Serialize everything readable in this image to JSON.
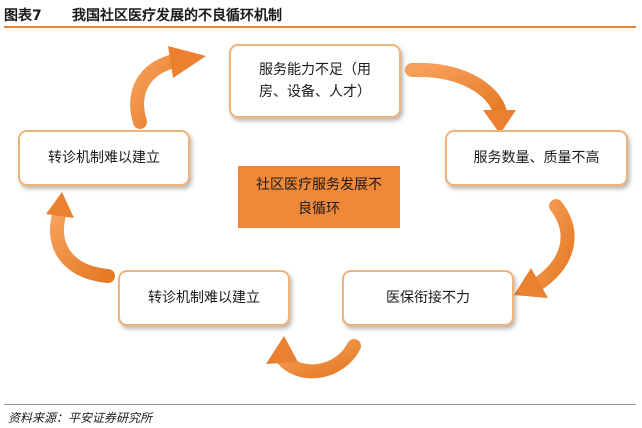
{
  "header": {
    "figure_number": "图表7",
    "title": "我国社区医疗发展的不良循环机制"
  },
  "diagram": {
    "center": "社区医疗服务发展不良循环",
    "nodes": {
      "top": "服务能力不足（用房、设备、人才）",
      "right": "服务数量、质量不高",
      "bottom_right": "医保衔接不力",
      "bottom_left": "转诊机制难以建立",
      "left": "转诊机制难以建立"
    }
  },
  "footer": {
    "source": "资料来源：平安证券研究所"
  },
  "colors": {
    "accent": "#e8812d",
    "center_fill": "#f0883a",
    "node_border": "#f0b27a",
    "arrow": "#f0883a"
  }
}
